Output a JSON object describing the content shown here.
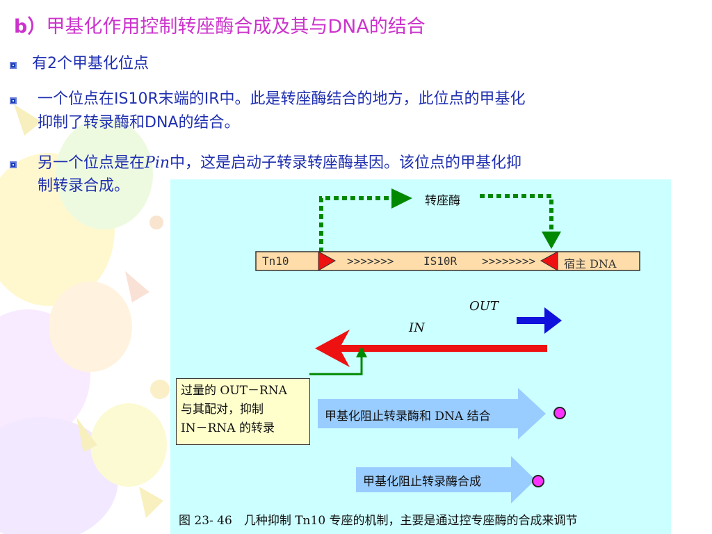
{
  "slide": {
    "title_label": "b）",
    "title_text": "甲基化作用控制转座酶合成及其与DNA的结合",
    "bullets": [
      {
        "text": "有2个甲基化位点"
      },
      {
        "line1": "一个位点在IS10R末端的IR中。此是转座酶结合的地方，此位点的甲基化",
        "line2": "抑制了转录酶和DNA的结合。"
      },
      {
        "pre": "另一个位点是在",
        "italic": "Pin",
        "post": "中，这是启动子转录转座酶基因。该位点的甲基化抑",
        "line2": "制转录合成。"
      }
    ]
  },
  "figure": {
    "transposase_label": "转座酶",
    "dna_tn10": "Tn10",
    "dna_left_arrows": ">>>>>>>",
    "dna_is10r": "IS10R",
    "dna_right_arrows": ">>>>>>>>",
    "dna_host": "宿主 DNA",
    "out_label": "OUT",
    "in_label": "IN",
    "box_line1": "过量的 OUT－RNA",
    "box_line2": "与其配对，抑制",
    "box_line3": "IN－RNA 的转录",
    "arrow1_text": "甲基化阻止转录酶和 DNA 结合",
    "arrow2_text": "甲基化阻止转录酶合成",
    "caption": "图 23- 46　几种抑制 Tn10 专座的机制，主要是通过控专座酶的合成来调节",
    "colors": {
      "panel": "#ccffff",
      "dotted_green": "#008800",
      "red_arrow": "#ee1111",
      "blue_arrow": "#1111dd",
      "blue_box": "#99ccff",
      "dot": "#ff33ff",
      "yellow": "#ffffcc"
    }
  }
}
